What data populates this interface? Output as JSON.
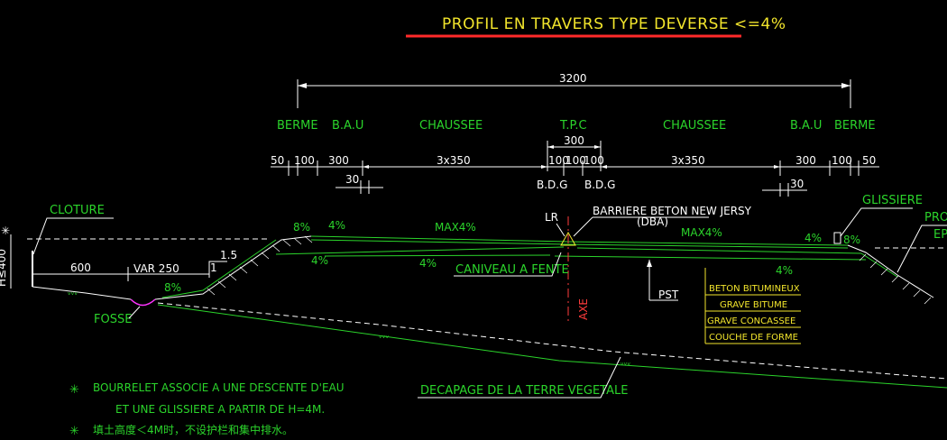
{
  "title": "PROFIL EN TRAVERS TYPE DEVERSE <=4%",
  "dimensions": {
    "total": "3200",
    "tpc_width": "300",
    "left": [
      "50",
      "100",
      "300",
      "3x350",
      "100",
      "100"
    ],
    "right": [
      "100",
      "3x350",
      "300",
      "100",
      "50"
    ],
    "left_30": "30",
    "right_30": "30",
    "bdg_left": "B.D.G",
    "bdg_right": "B.D.G"
  },
  "zones": [
    "BERME",
    "B.A.U",
    "CHAUSSEE",
    "T.P.C",
    "CHAUSSEE",
    "B.A.U",
    "BERME"
  ],
  "labels": {
    "cloture": "CLOTURE",
    "glissiere": "GLISSIERE",
    "prot": "PROT",
    "ep": "EP",
    "fosse": "FOSSE",
    "lr": "LR",
    "barriere": "BARRIERE BETON NEW JERSY",
    "dba": "(DBA)",
    "caniveau": "CANIVEAU A FENTE",
    "pst": "PST",
    "axe": "AXE",
    "decapage": "DECAPAGE DE LA TERRE VEGETALE",
    "h400": "H≤400",
    "dim600": "600",
    "var250": "VAR 250",
    "slope_v": "1",
    "slope_h": "1.5"
  },
  "slopes": {
    "berme_left": "8%",
    "bau_left": "4%",
    "max_left": "MAX4%",
    "max_right": "MAX4%",
    "fosse": "8%",
    "under_left": "4%",
    "under_mid": "4%",
    "bau_right": "4%",
    "berme_right": "8%",
    "under_right": "4%"
  },
  "layers": [
    "BETON BITUMINEUX",
    "GRAVE BITUME",
    "GRAVE CONCASSEE",
    "COUCHE DE FORME"
  ],
  "notes": {
    "note1_line1": "BOURRELET ASSOCIE A UNE DESCENTE D'EAU",
    "note1_line2": "ET UNE GLISSIERE A PARTIR DE H=4M.",
    "note2": "填土高度＜4M时，不设护栏和集中排水。"
  },
  "colors": {
    "background": "#000000",
    "green": "#2bd42b",
    "white": "#ffffff",
    "yellow": "#f2e52c",
    "red": "#ff3b3b"
  }
}
